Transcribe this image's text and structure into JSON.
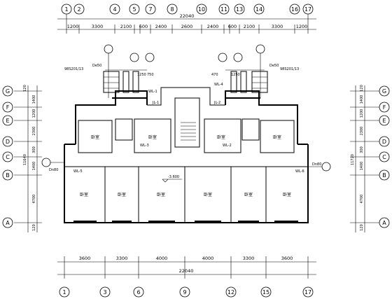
{
  "top_axes": [
    "1",
    "2",
    "4",
    "5",
    "7",
    "8",
    "10",
    "11",
    "13",
    "14",
    "16",
    "17"
  ],
  "bottom_axes": [
    "1",
    "3",
    "6",
    "9",
    "12",
    "15",
    "17"
  ],
  "side_axes": [
    "G",
    "F",
    "E",
    "D",
    "C",
    "B",
    "A"
  ],
  "top_total": "22040",
  "bottom_total": "22040",
  "top_dims": [
    "1200",
    "3300",
    "2100",
    "600",
    "2400",
    "2600",
    "2400",
    "600",
    "2100",
    "3300",
    "1200"
  ],
  "bottom_dims": [
    "3600",
    "3300",
    "4000",
    "4000",
    "3300",
    "3600"
  ],
  "left_dims": [
    "120",
    "1400",
    "1200",
    "2300",
    "300",
    "1400",
    "4700",
    "120"
  ],
  "left_total": "11640",
  "right_dims": [
    "120",
    "1400",
    "1200",
    "2300",
    "300",
    "1400",
    "4700",
    "120"
  ],
  "right_total": "11720",
  "rooms": [
    "卧室",
    "卧室",
    "卧室",
    "卧室",
    "卧室",
    "卧室",
    "卧室",
    "卧室",
    "卧室",
    "卧室"
  ],
  "level_mark": "-3.600",
  "pipe_labels": {
    "de_left": "De50",
    "de_right": "De50",
    "ref_left": "98S201/13",
    "ref_right": "98S201/13",
    "d_left": "Dn80",
    "d_right": "Dn80"
  },
  "small_labels": [
    "WL-1",
    "WL-2",
    "WL-3",
    "WL-4",
    "WL-5",
    "WL-6",
    "JL-1",
    "JL-2",
    "1250",
    "750",
    "470",
    "1250"
  ]
}
